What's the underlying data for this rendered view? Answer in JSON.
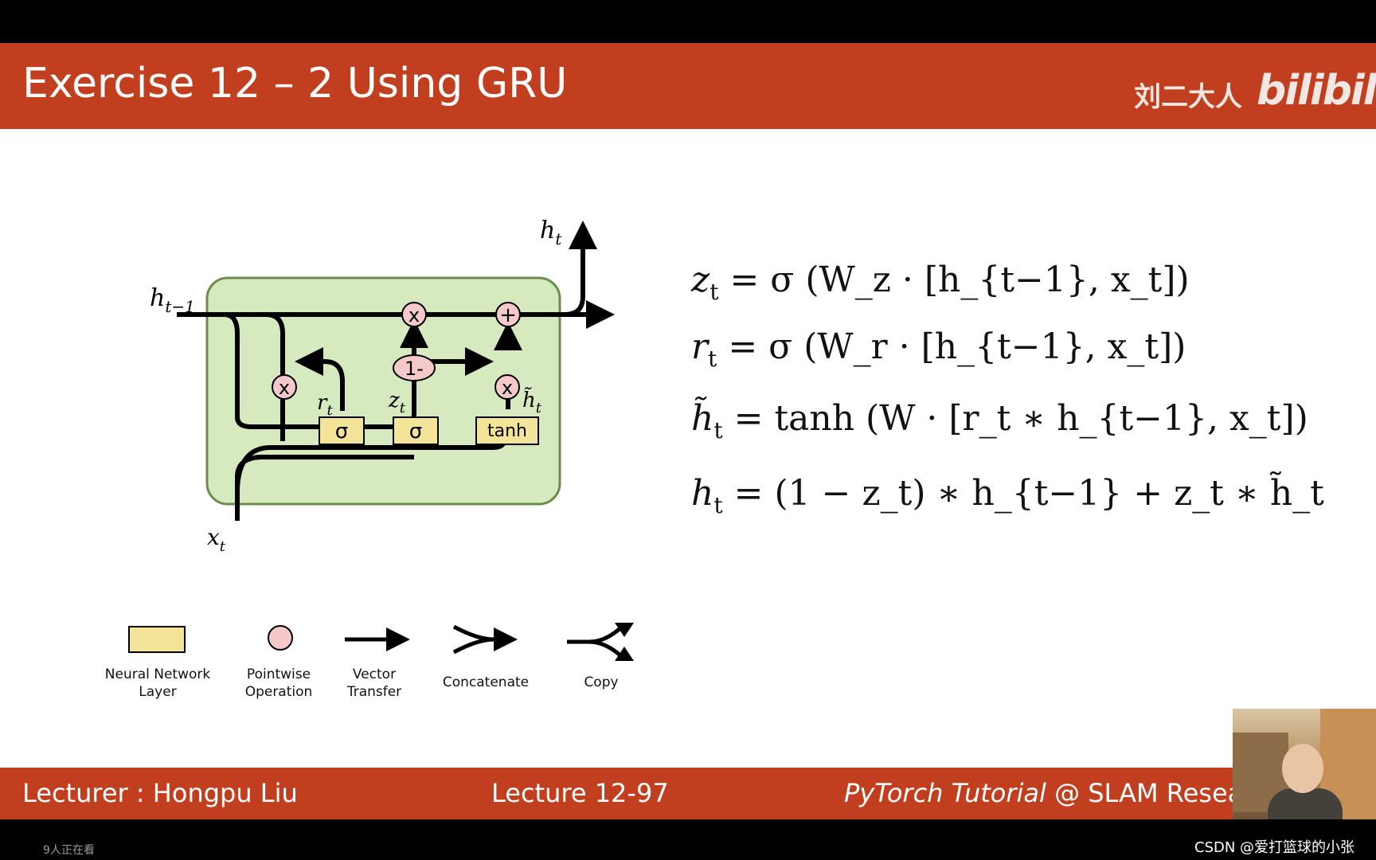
{
  "slide": {
    "title": "Exercise 12 – 2 Using GRU",
    "brand": "刘二大人",
    "brand_logo": "bilibili"
  },
  "diagram": {
    "labels": {
      "h_prev": "h",
      "h_prev_sub": "t−1",
      "h_out": "h",
      "h_out_sub": "t",
      "x_in": "x",
      "x_in_sub": "t",
      "r": "r",
      "r_sub": "t",
      "z": "z",
      "z_sub": "t",
      "h_tilde": "h̃",
      "h_tilde_sub": "t"
    },
    "ops": {
      "multiply": "x",
      "add": "+",
      "one_minus": "1-",
      "sigma": "σ",
      "tanh": "tanh"
    },
    "colors": {
      "cell_fill": "#d6e9bf",
      "cell_border": "#6c8c4e",
      "layer_fill": "#f4e49a",
      "pointwise_fill": "#f5c9c9"
    }
  },
  "equations": [
    {
      "lhs": "z",
      "lhs_sub": "t",
      "rhs": "= σ (W_z · [h_{t−1}, x_t])"
    },
    {
      "lhs": "r",
      "lhs_sub": "t",
      "rhs": "= σ (W_r · [h_{t−1}, x_t])"
    },
    {
      "lhs": "h̃",
      "lhs_sub": "t",
      "rhs": "= tanh (W · [r_t ∗ h_{t−1}, x_t])"
    },
    {
      "lhs": "h",
      "lhs_sub": "t",
      "rhs": "= (1 − z_t) ∗ h_{t−1} + z_t ∗ h̃_t"
    }
  ],
  "legend": [
    {
      "label": "Neural Network\nLayer",
      "icon": "layer-box-icon"
    },
    {
      "label": "Pointwise\nOperation",
      "icon": "pointwise-circle-icon"
    },
    {
      "label": "Vector\nTransfer",
      "icon": "arrow-right-icon"
    },
    {
      "label": "Concatenate",
      "icon": "concatenate-icon"
    },
    {
      "label": "Copy",
      "icon": "copy-icon"
    }
  ],
  "footer": {
    "lecturer": "Lecturer : Hongpu Liu",
    "lecture": "Lecture 12-97",
    "course_italic": "PyTorch Tutorial",
    "course_rest": " @ SLAM Resea"
  },
  "player": {
    "viewers": "9人正在看",
    "watermark": "CSDN @爱打篮球的小张"
  },
  "colors": {
    "accent": "#c13f1f"
  }
}
